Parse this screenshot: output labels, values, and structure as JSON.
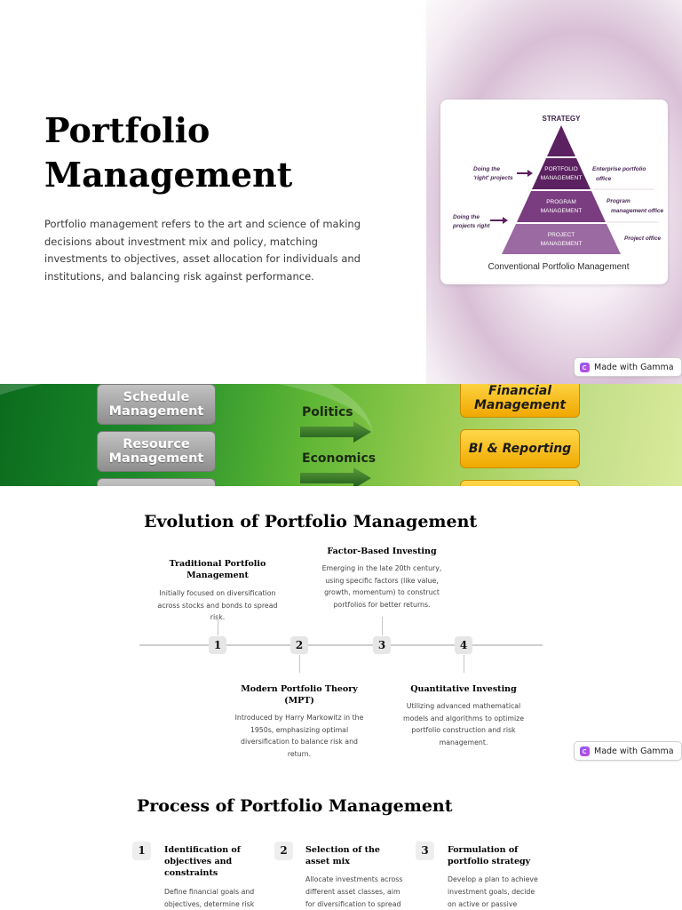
{
  "slide1": {
    "title_line1": "Portfolio",
    "title_line2": "Management",
    "intro": "Portfolio management refers to the art and science of making decisions about investment mix and policy, matching investments to objectives, asset allocation for individuals and institutions, and balancing risk against performance.",
    "pyramid": {
      "top_label": "STRATEGY",
      "tier1": [
        "PORTFOLIO",
        "MANAGEMENT"
      ],
      "tier2": [
        "PROGRAM",
        "MANAGEMENT"
      ],
      "tier3": [
        "PROJECT",
        "MANAGEMENT"
      ],
      "left1": [
        "Doing the",
        "'right' projects"
      ],
      "left2": [
        "Doing the",
        "projects right"
      ],
      "right1": [
        "Enterprise portfolio",
        "office"
      ],
      "right2": [
        "Program",
        "management office"
      ],
      "right3": "Project office",
      "caption": "Conventional Portfolio Management",
      "colors": {
        "top": "#5b2160",
        "mid": "#7a3d80",
        "low": "#9c6aa2"
      }
    }
  },
  "badge": {
    "label": "Made with Gamma"
  },
  "banner": {
    "left_buttons": [
      "Schedule Management",
      "Resource Management"
    ],
    "right_buttons": [
      "Financial Management",
      "BI & Reporting"
    ],
    "labels": [
      "Politics",
      "Economics"
    ]
  },
  "evolution": {
    "title": "Evolution of Portfolio Management",
    "steps": [
      {
        "num": "1",
        "head": "Traditional Portfolio Management",
        "body": "Initially focused on diversification across stocks and bonds to spread risk."
      },
      {
        "num": "2",
        "head": "Modern Portfolio Theory (MPT)",
        "body": "Introduced by Harry Markowitz in the 1950s, emphasizing optimal diversification to balance risk and return."
      },
      {
        "num": "3",
        "head": "Factor-Based Investing",
        "body": "Emerging in the late 20th century, using specific factors (like value, growth, momentum) to construct portfolios for better returns."
      },
      {
        "num": "4",
        "head": "Quantitative Investing",
        "body": "Utilizing advanced mathematical models and algorithms to optimize portfolio construction and risk management."
      }
    ]
  },
  "process": {
    "title": "Process of Portfolio Management",
    "steps": [
      {
        "num": "1",
        "head": "Identification of objectives and constraints",
        "body": "Define financial goals and objectives, determine risk"
      },
      {
        "num": "2",
        "head": "Selection of the asset mix",
        "body": "Allocate investments across different asset classes, aim for diversification to spread"
      },
      {
        "num": "3",
        "head": "Formulation of portfolio strategy",
        "body": "Develop a plan to achieve investment goals, decide on active or passive"
      }
    ]
  }
}
